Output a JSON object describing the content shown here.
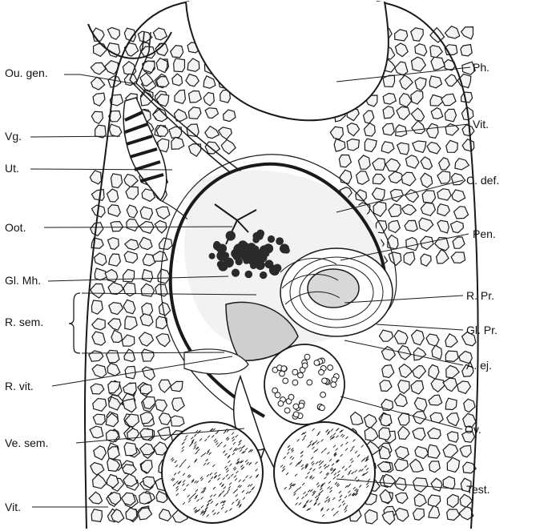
{
  "labels": {
    "ou_gen": "Ou. gen.",
    "vg": "Vg.",
    "ut": "Ut.",
    "oot": "Oot.",
    "gl_mh": "Gl. Mh.",
    "r_sem": "R. sem.",
    "r_vit": "R. vit.",
    "ve_sem": "Ve. sem.",
    "vit_left": "Vit.",
    "ph": "Ph.",
    "vit_right": "Vit.",
    "c_def": "C. def.",
    "pen": "Pen.",
    "r_pr": "R. Pr.",
    "gl_pr": "Gl. Pr.",
    "a_ej": "A. ej.",
    "ov": "Ov.",
    "test": "Test."
  },
  "colors": {
    "ink": "#1a1a1a",
    "paper": "#ffffff",
    "stipple": "#9a9a9a"
  }
}
